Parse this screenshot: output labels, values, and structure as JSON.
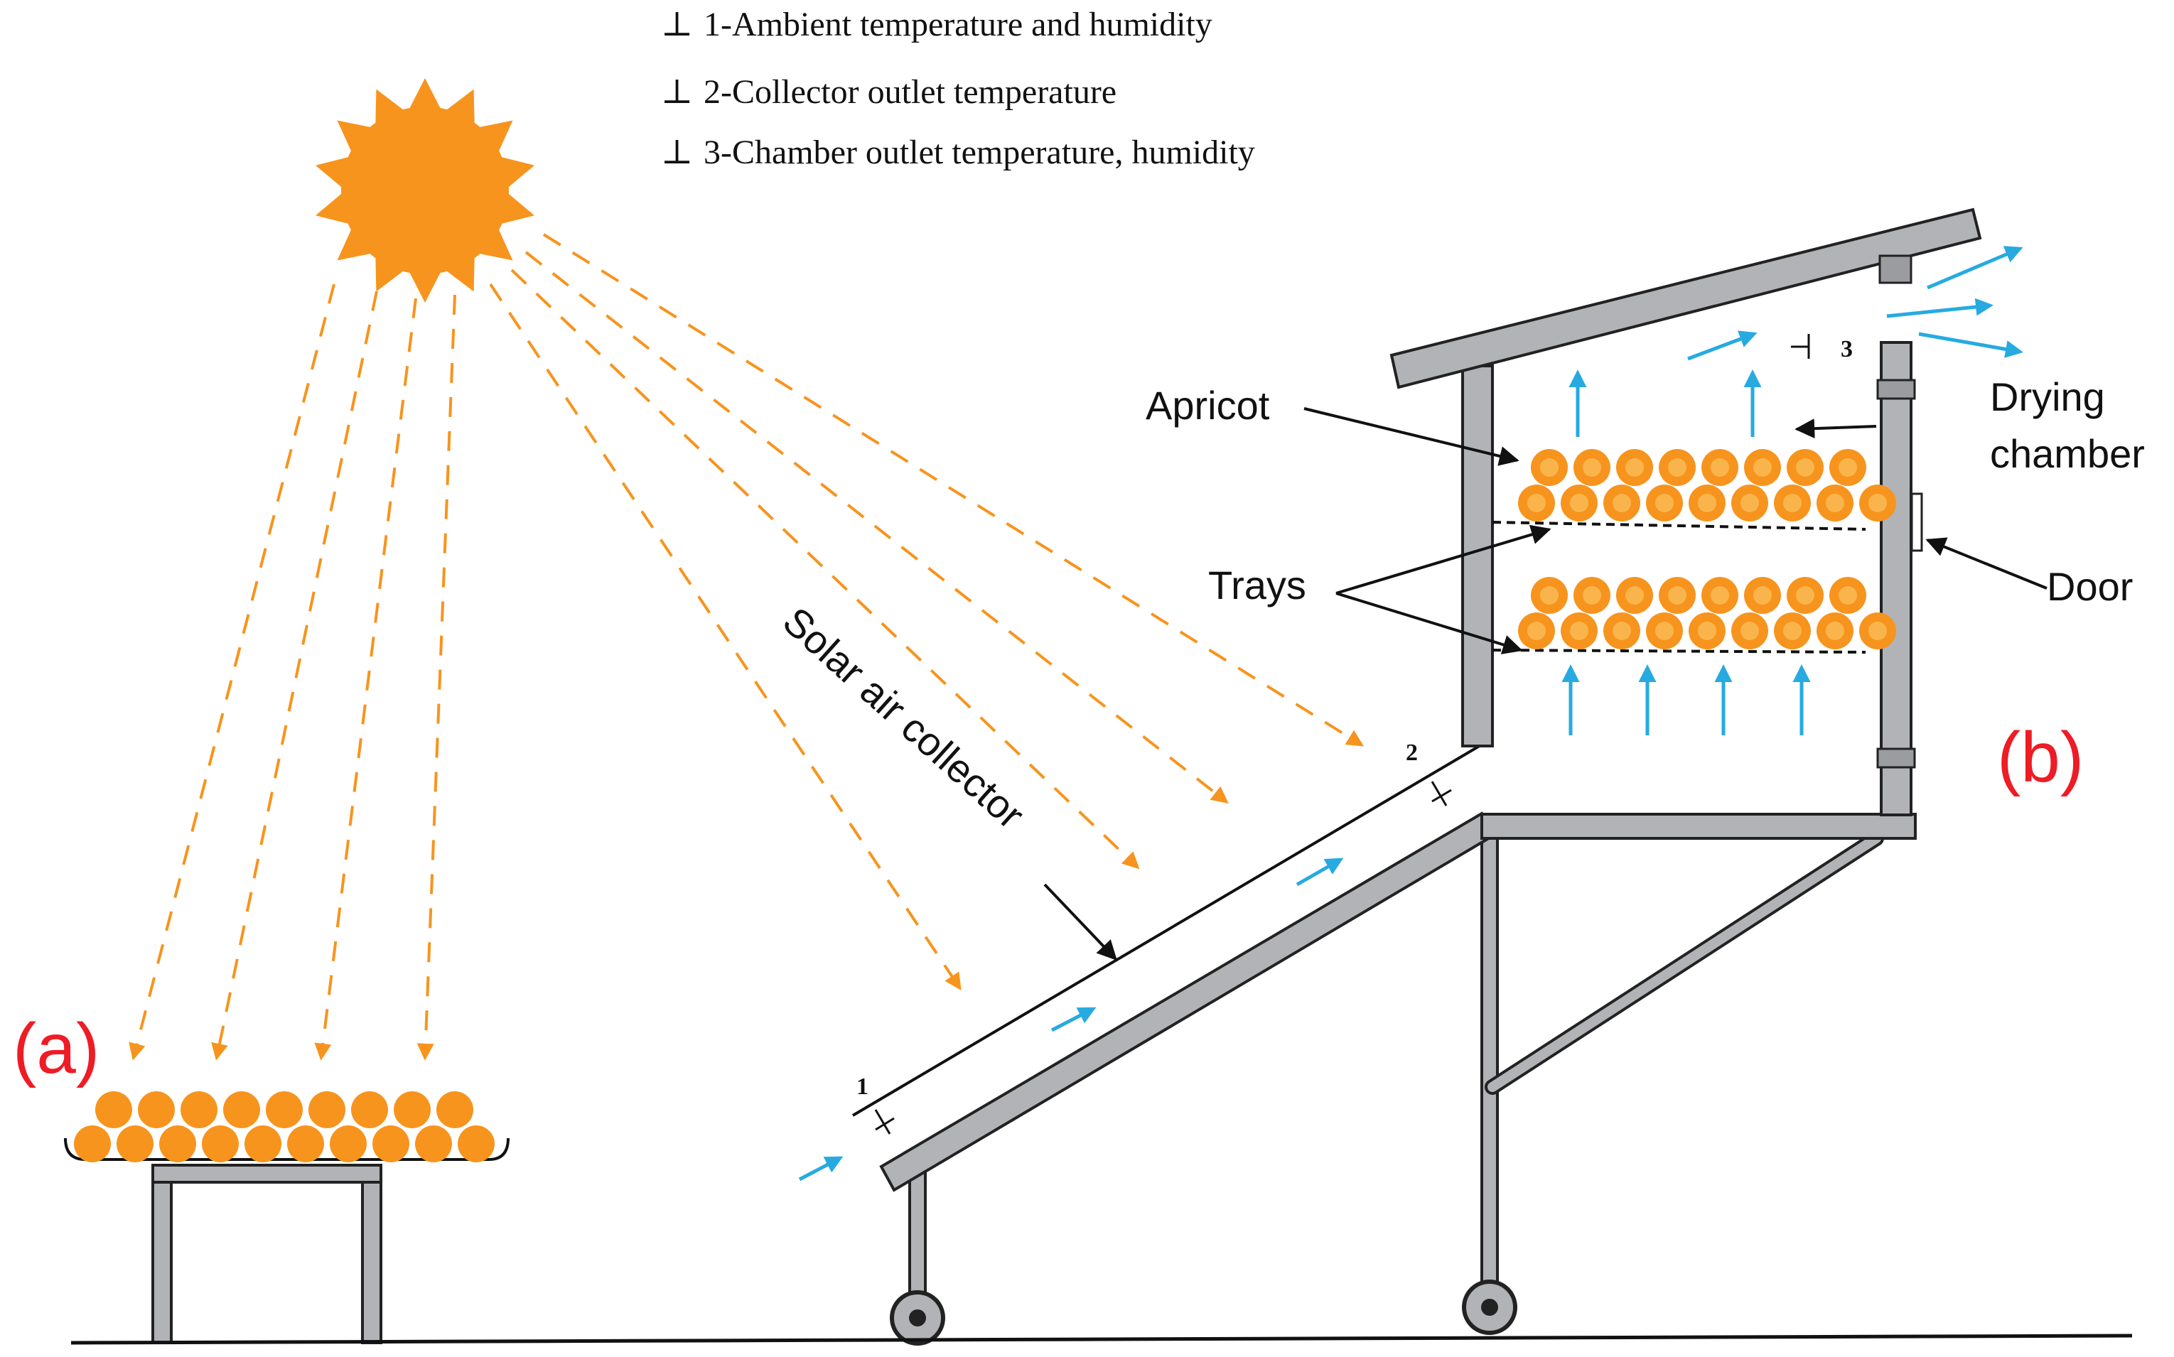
{
  "legend": {
    "items": [
      "1-Ambient temperature and humidity",
      "2-Collector outlet temperature",
      "3-Chamber outlet temperature, humidity"
    ],
    "symbol": "⊥"
  },
  "labels": {
    "apricot": "Apricot",
    "drying_chamber_line1": "Drying",
    "drying_chamber_line2": "chamber",
    "trays": "Trays",
    "door": "Door",
    "solar_air_collector": "Solar air collector"
  },
  "sensor_numbers": {
    "s1": "1",
    "s2": "2",
    "s3": "3"
  },
  "sections": {
    "a": "(a)",
    "b": "(b)"
  },
  "colors": {
    "sun": "#f7941d",
    "apricot_outer": "#f7941d",
    "apricot_inner": "#f6a623",
    "airflow": "#27aae1",
    "frame": "#b1b3b6",
    "section_label": "#ee1c25"
  }
}
